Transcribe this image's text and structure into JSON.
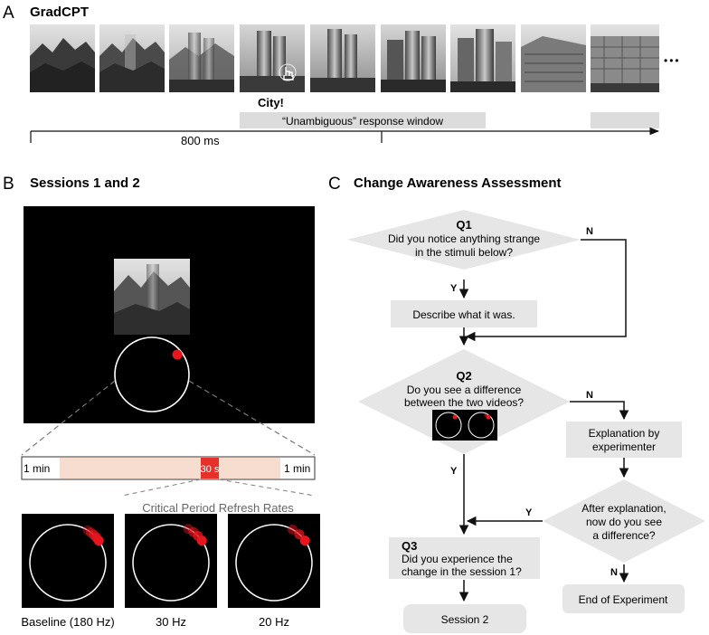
{
  "panel_a": {
    "letter": "A",
    "title": "GradCPT",
    "response_label": "City!",
    "window_label": "“Unambiguous” response window",
    "time_label": "800 ms",
    "ellipsis": "•••"
  },
  "panel_b": {
    "letter": "B",
    "title": "Sessions 1 and 2",
    "timeline": {
      "start": "1 min",
      "critical": "30 s",
      "end": "1 min"
    },
    "refresh_title": "Critical Period Refresh Rates",
    "refresh_rates": [
      {
        "label": "Baseline (180 Hz)",
        "trail": 5
      },
      {
        "label": "30 Hz",
        "trail": 4
      },
      {
        "label": "20 Hz",
        "trail": 3
      }
    ],
    "colors": {
      "dot": "#e8141e",
      "timeline_fill": "#f7dcd0",
      "critical": "#e8302a"
    }
  },
  "panel_c": {
    "letter": "C",
    "title": "Change Awareness Assessment",
    "q1": {
      "num": "Q1",
      "lines": [
        "Did you notice anything strange",
        "in the stimuli below?"
      ]
    },
    "describe": "Describe what it was.",
    "q2": {
      "num": "Q2",
      "lines": [
        "Do you see a difference",
        "between the two videos?"
      ]
    },
    "explanation": [
      "Explanation by",
      "experimenter"
    ],
    "after": [
      "After explanation,",
      "now do you see",
      "a difference?"
    ],
    "q3": {
      "num": "Q3",
      "lines": [
        "Did you experience the",
        "change in the session 1?"
      ]
    },
    "end": "End of Experiment",
    "session2": "Session 2",
    "yes": "Y",
    "no": "N"
  }
}
